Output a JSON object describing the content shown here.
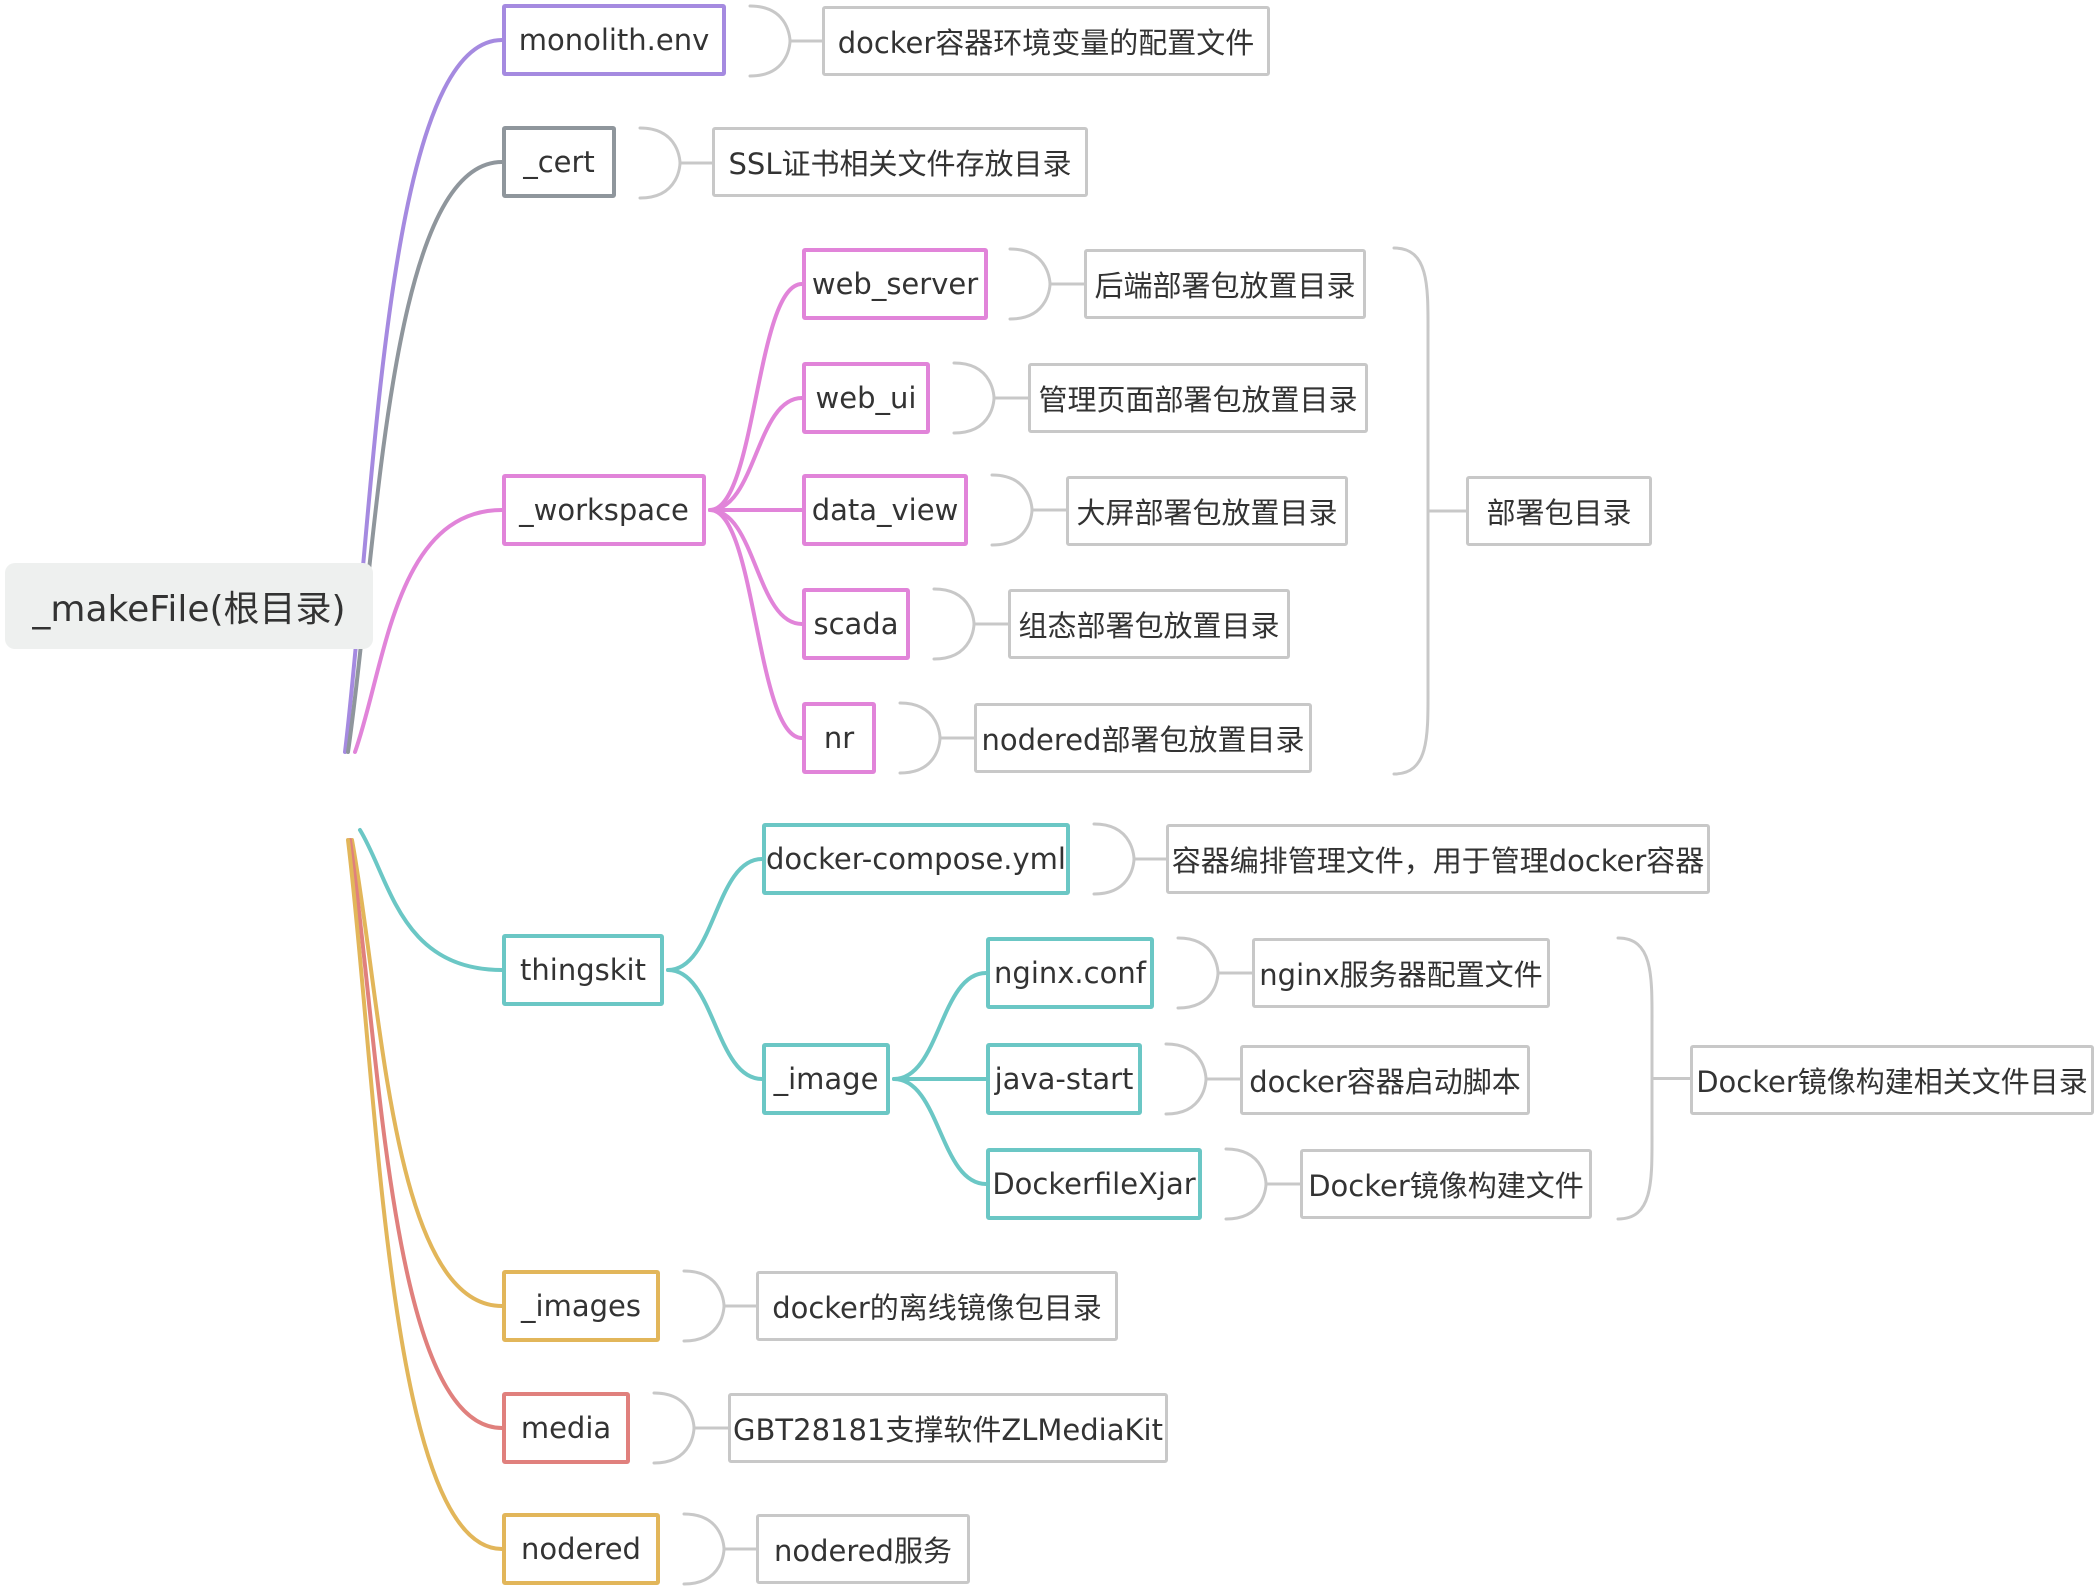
{
  "colors": {
    "purple": "#a58ae0",
    "gray": "#8f969c",
    "pink": "#e184d9",
    "teal": "#6bc7c5",
    "yellow": "#e2b65a",
    "red": "#e0807d",
    "annotation": "#c8c8c8",
    "root_bg": "#eef0ef"
  },
  "root": {
    "label": "_makeFile(根目录)"
  },
  "nodes": {
    "monolith_env": {
      "label": "monolith.env",
      "note": "docker容器环境变量的配置文件"
    },
    "cert": {
      "label": "_cert",
      "note": "SSL证书相关文件存放目录"
    },
    "workspace": {
      "label": "_workspace",
      "group_note": "部署包目录",
      "children": {
        "web_server": {
          "label": "web_server",
          "note": "后端部署包放置目录"
        },
        "web_ui": {
          "label": "web_ui",
          "note": "管理页面部署包放置目录"
        },
        "data_view": {
          "label": "data_view",
          "note": "大屏部署包放置目录"
        },
        "scada": {
          "label": "scada",
          "note": "组态部署包放置目录"
        },
        "nr": {
          "label": "nr",
          "note": "nodered部署包放置目录"
        }
      }
    },
    "thingskit": {
      "label": "thingskit",
      "children": {
        "docker_compose": {
          "label": "docker-compose.yml",
          "note": "容器编排管理文件，用于管理docker容器"
        },
        "image": {
          "label": "_image",
          "group_note": "Docker镜像构建相关文件目录",
          "children": {
            "nginx_conf": {
              "label": "nginx.conf",
              "note": "nginx服务器配置文件"
            },
            "java_start": {
              "label": "java-start",
              "note": "docker容器启动脚本"
            },
            "dockerfile": {
              "label": "DockerfileXjar",
              "note": "Docker镜像构建文件"
            }
          }
        }
      }
    },
    "images": {
      "label": "_images",
      "note": "docker的离线镜像包目录"
    },
    "media": {
      "label": "media",
      "note": "GBT28181支撑软件ZLMediaKit"
    },
    "nodered": {
      "label": "nodered",
      "note": "nodered服务"
    }
  }
}
